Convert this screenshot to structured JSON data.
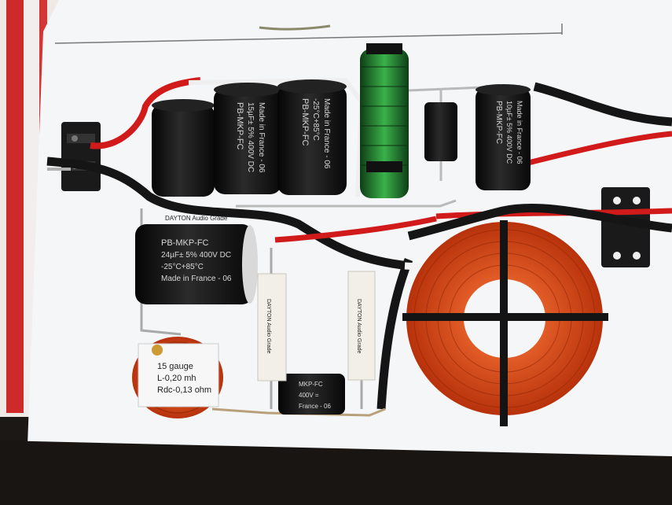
{
  "scene": {
    "description_visible_text_only": true
  },
  "capacitors": [
    {
      "id": "cap-large",
      "lines": [
        "PB-MKP-FC",
        "24µF± 5% 400V DC",
        "-25°C+85°C",
        "Made in France - 06"
      ],
      "brand": "DAYTON Audio Grade"
    },
    {
      "id": "cap-top-2",
      "lines": [
        "PB-MKP-FC",
        "15µF± 5% 400V DC",
        "Made in France - 06"
      ]
    },
    {
      "id": "cap-top-3",
      "lines": [
        "PB-MKP-FC",
        "-25°C+85°C",
        "Made in France - 06"
      ]
    },
    {
      "id": "cap-right",
      "lines": [
        "PB-MKP-FC",
        "10µF± 5% 400V DC",
        "Made in France - 06"
      ]
    },
    {
      "id": "cap-small-bottom",
      "lines": [
        "MKP-FC",
        "400V =",
        "France - 06"
      ]
    }
  ],
  "resistors": [
    {
      "id": "res-1",
      "text": "DAYTON Audio Grade"
    },
    {
      "id": "res-2",
      "text": "DAYTON Audio Grade"
    }
  ],
  "inductor_label": {
    "lines": [
      "15 gauge",
      "L-0,20 mh",
      "Rdc-0,13 ohm"
    ]
  },
  "colors": {
    "board": "#f4f4f6",
    "copper": "#d7410f",
    "red_wire": "#d11a1a",
    "cap_body": "#141414"
  }
}
